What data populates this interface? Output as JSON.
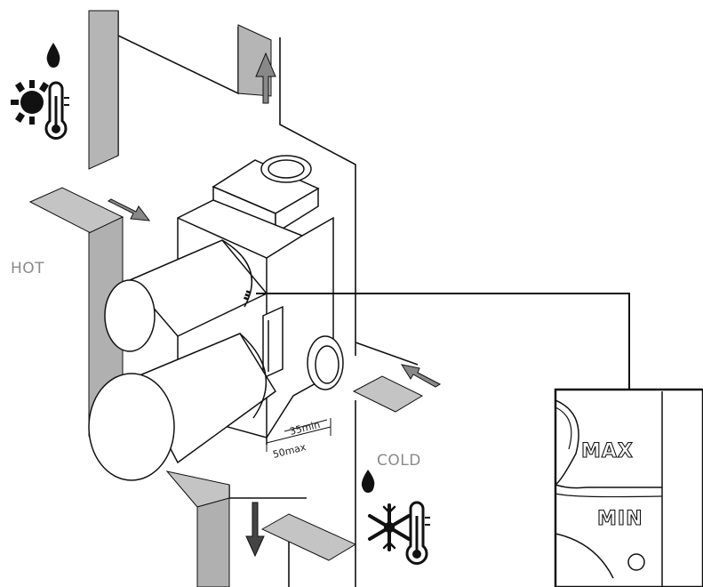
{
  "labels": {
    "hot": "HOT",
    "cold": "COLD",
    "dim_min": "35min",
    "dim_max": "50max",
    "inset_max": "MAX",
    "inset_min": "MIN"
  },
  "icons": [
    "water-drop-icon",
    "sun-icon",
    "thermometer-icon",
    "snowflake-icon",
    "arrow-icon"
  ],
  "colors": {
    "line": "#111111",
    "wall_gray": "#bdbdbd",
    "wall_gray_dark": "#a8a8a8",
    "arrow_gray": "#8c8c8c",
    "label_gray": "#8a8a8a"
  }
}
